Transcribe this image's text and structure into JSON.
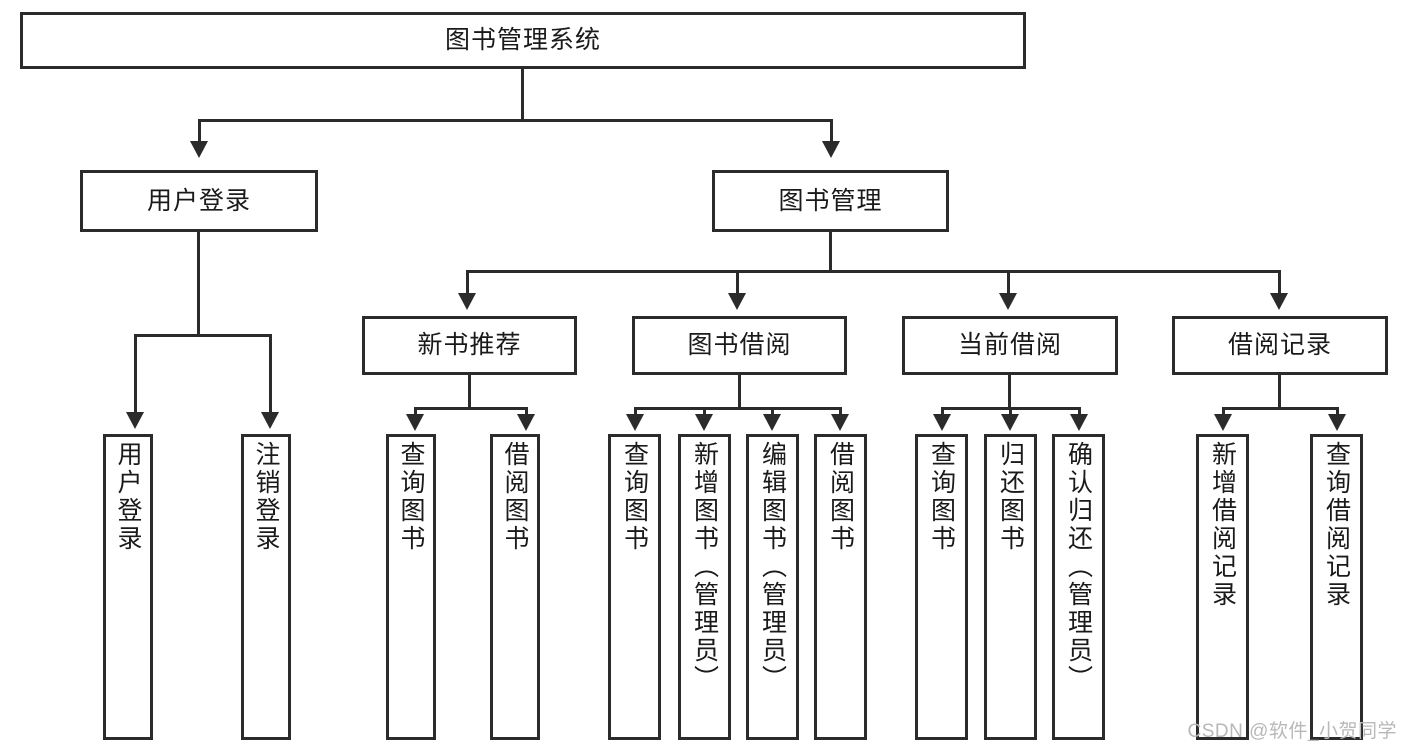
{
  "diagram": {
    "type": "tree-hierarchy-chart",
    "title": "图书管理系统",
    "watermark": "CSDN @软件_小贺同学",
    "colors": {
      "stroke": "#2b2b2b",
      "fill": "#ffffff",
      "text": "#1a1a1a",
      "watermark": "#b8b8b8"
    },
    "levels": {
      "level1": [
        {
          "id": "root",
          "label": "图书管理系统"
        }
      ],
      "level2": [
        {
          "id": "user-login",
          "label": "用户登录"
        },
        {
          "id": "book-manage",
          "label": "图书管理"
        }
      ],
      "level3": [
        {
          "id": "new-book-recommend",
          "label": "新书推荐"
        },
        {
          "id": "book-borrow",
          "label": "图书借阅"
        },
        {
          "id": "current-borrow",
          "label": "当前借阅"
        },
        {
          "id": "borrow-record",
          "label": "借阅记录"
        }
      ],
      "level4": [
        {
          "id": "leaf-user-login",
          "label": "用户登录",
          "parent": "user-login"
        },
        {
          "id": "leaf-logout-login",
          "label": "注销登录",
          "parent": "user-login"
        },
        {
          "id": "leaf-query-book-1",
          "label": "查询图书",
          "parent": "new-book-recommend"
        },
        {
          "id": "leaf-borrow-book-1",
          "label": "借阅图书",
          "parent": "new-book-recommend"
        },
        {
          "id": "leaf-query-book-2",
          "label": "查询图书",
          "parent": "book-borrow"
        },
        {
          "id": "leaf-add-book",
          "label": "新增图书（管理员）",
          "parent": "book-borrow"
        },
        {
          "id": "leaf-edit-book",
          "label": "编辑图书（管理员）",
          "parent": "book-borrow"
        },
        {
          "id": "leaf-borrow-book-2",
          "label": "借阅图书",
          "parent": "book-borrow"
        },
        {
          "id": "leaf-query-book-3",
          "label": "查询图书",
          "parent": "current-borrow"
        },
        {
          "id": "leaf-return-book",
          "label": "归还图书",
          "parent": "current-borrow"
        },
        {
          "id": "leaf-confirm-return",
          "label": "确认归还（管理员）",
          "parent": "current-borrow"
        },
        {
          "id": "leaf-add-record",
          "label": "新增借阅记录",
          "parent": "borrow-record"
        },
        {
          "id": "leaf-query-record",
          "label": "查询借阅记录",
          "parent": "borrow-record"
        }
      ]
    }
  }
}
